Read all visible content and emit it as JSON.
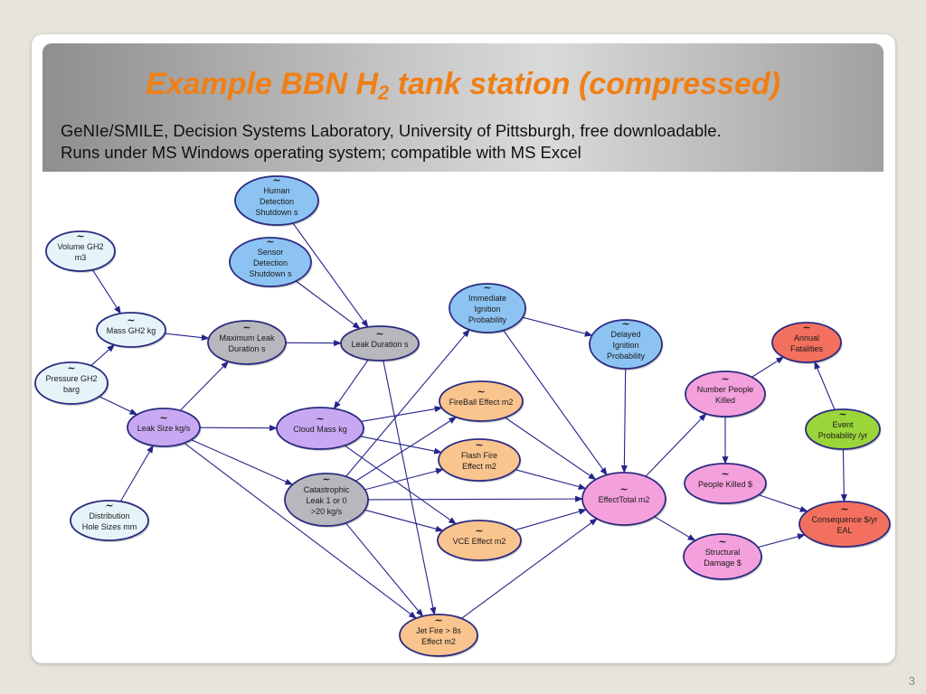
{
  "slide": {
    "title_main": "Example BBN H",
    "title_sub": "2",
    "title_rest": " tank station (compressed)",
    "subtitle_line1": "GeNIe/SMILE, Decision Systems Laboratory, University of Pittsburgh, free downloadable.",
    "subtitle_line2": "Runs under MS Windows operating system; compatible with MS Excel",
    "page_number": "3"
  },
  "colors": {
    "blue": "#8cc3f2",
    "lightblue": "#e6f4f9",
    "gray": "#b7b7bd",
    "purple": "#c9a8f3",
    "orange": "#f9c48e",
    "pink": "#f4a0dc",
    "red": "#f4705e",
    "green": "#9ad53a",
    "edge": "#24248a"
  },
  "diagram": {
    "nodes": [
      {
        "id": "human_detection",
        "lines": [
          "Human",
          "Detection",
          "Shutdown s"
        ],
        "color": "blue"
      },
      {
        "id": "sensor_detection",
        "lines": [
          "Sensor",
          "Detection",
          "Shutdown s"
        ],
        "color": "blue"
      },
      {
        "id": "volume_gh2",
        "lines": [
          "Volume GH2",
          "m3"
        ],
        "color": "lightblue"
      },
      {
        "id": "mass_gh2",
        "lines": [
          "Mass GH2 kg"
        ],
        "color": "lightblue"
      },
      {
        "id": "pressure_gh2",
        "lines": [
          "Pressure GH2",
          "barg"
        ],
        "color": "lightblue"
      },
      {
        "id": "max_leak_duration",
        "lines": [
          "Maximum Leak",
          "Duration s"
        ],
        "color": "gray"
      },
      {
        "id": "leak_duration",
        "lines": [
          "Leak Duration s"
        ],
        "color": "gray"
      },
      {
        "id": "immediate_ignition",
        "lines": [
          "Immediate",
          "Ignition",
          "Probability"
        ],
        "color": "blue"
      },
      {
        "id": "delayed_ignition",
        "lines": [
          "Delayed",
          "Ignition",
          "Probability"
        ],
        "color": "blue"
      },
      {
        "id": "leak_size",
        "lines": [
          "Leak Size kg/s"
        ],
        "color": "purple"
      },
      {
        "id": "cloud_mass",
        "lines": [
          "Cloud Mass kg"
        ],
        "color": "purple"
      },
      {
        "id": "fireball",
        "lines": [
          "FireBall Effect m2"
        ],
        "color": "orange"
      },
      {
        "id": "flash_fire",
        "lines": [
          "Flash Fire",
          "Effect m2"
        ],
        "color": "orange"
      },
      {
        "id": "catastrophic",
        "lines": [
          "Catastrophic",
          "Leak 1 or 0",
          ">20 kg/s"
        ],
        "color": "gray"
      },
      {
        "id": "distribution",
        "lines": [
          "Distribution",
          "Hole Sizes mm"
        ],
        "color": "lightblue"
      },
      {
        "id": "vce",
        "lines": [
          "VCE Effect m2"
        ],
        "color": "orange"
      },
      {
        "id": "jet_fire",
        "lines": [
          "Jet Fire > 8s",
          "Effect m2"
        ],
        "color": "orange"
      },
      {
        "id": "effect_total",
        "lines": [
          "EffectTotal m2"
        ],
        "color": "pink"
      },
      {
        "id": "number_killed",
        "lines": [
          "Number People",
          "Killed"
        ],
        "color": "pink"
      },
      {
        "id": "people_killed",
        "lines": [
          "People Killed $"
        ],
        "color": "pink"
      },
      {
        "id": "structural",
        "lines": [
          "Structural",
          "Damage $"
        ],
        "color": "pink"
      },
      {
        "id": "annual_fatalities",
        "lines": [
          "Annual",
          "Fatalities"
        ],
        "color": "red"
      },
      {
        "id": "event_probability",
        "lines": [
          "Event",
          "Probability /yr"
        ],
        "color": "green"
      },
      {
        "id": "consequence",
        "lines": [
          "Consequence $/yr",
          "EAL"
        ],
        "color": "red"
      }
    ],
    "edges": [
      [
        "volume_gh2",
        "mass_gh2"
      ],
      [
        "mass_gh2",
        "max_leak_duration"
      ],
      [
        "pressure_gh2",
        "mass_gh2"
      ],
      [
        "pressure_gh2",
        "leak_size"
      ],
      [
        "human_detection",
        "leak_duration"
      ],
      [
        "sensor_detection",
        "leak_duration"
      ],
      [
        "max_leak_duration",
        "leak_duration"
      ],
      [
        "leak_size",
        "max_leak_duration"
      ],
      [
        "leak_size",
        "cloud_mass"
      ],
      [
        "leak_size",
        "catastrophic"
      ],
      [
        "leak_size",
        "jet_fire"
      ],
      [
        "distribution",
        "leak_size"
      ],
      [
        "leak_duration",
        "cloud_mass"
      ],
      [
        "leak_duration",
        "jet_fire"
      ],
      [
        "cloud_mass",
        "fireball"
      ],
      [
        "cloud_mass",
        "flash_fire"
      ],
      [
        "cloud_mass",
        "vce"
      ],
      [
        "catastrophic",
        "immediate_ignition"
      ],
      [
        "catastrophic",
        "fireball"
      ],
      [
        "catastrophic",
        "flash_fire"
      ],
      [
        "catastrophic",
        "vce"
      ],
      [
        "catastrophic",
        "effect_total"
      ],
      [
        "catastrophic",
        "jet_fire"
      ],
      [
        "immediate_ignition",
        "delayed_ignition"
      ],
      [
        "immediate_ignition",
        "effect_total"
      ],
      [
        "delayed_ignition",
        "effect_total"
      ],
      [
        "fireball",
        "effect_total"
      ],
      [
        "flash_fire",
        "effect_total"
      ],
      [
        "vce",
        "effect_total"
      ],
      [
        "jet_fire",
        "effect_total"
      ],
      [
        "effect_total",
        "number_killed"
      ],
      [
        "effect_total",
        "structural"
      ],
      [
        "number_killed",
        "annual_fatalities"
      ],
      [
        "number_killed",
        "people_killed"
      ],
      [
        "people_killed",
        "consequence"
      ],
      [
        "structural",
        "consequence"
      ],
      [
        "event_probability",
        "annual_fatalities"
      ],
      [
        "event_probability",
        "consequence"
      ]
    ]
  }
}
